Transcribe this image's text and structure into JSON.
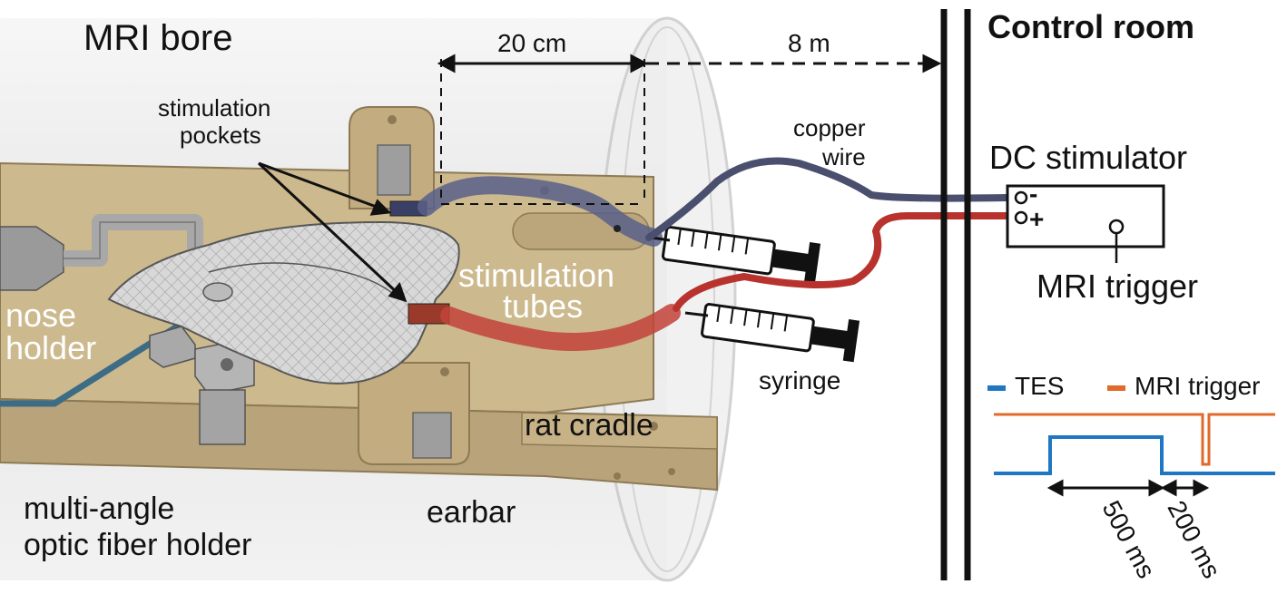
{
  "labels": {
    "mri_bore": "MRI bore",
    "control_room": "Control room",
    "dim_20cm": "20 cm",
    "dim_8m": "8 m",
    "stim_pockets_line1": "stimulation",
    "stim_pockets_line2": "pockets",
    "copper_wire_line1": "copper",
    "copper_wire_line2": "wire",
    "dc_stimulator": "DC stimulator",
    "minus": "-",
    "plus": "+",
    "mri_trigger": "MRI trigger",
    "stim_tubes_line1": "stimulation",
    "stim_tubes_line2": "tubes",
    "nose_holder_line1": "nose",
    "nose_holder_line2": "holder",
    "syringe": "syringe",
    "rat_cradle": "rat cradle",
    "earbar": "earbar",
    "fiber_holder_line1": "multi-angle",
    "fiber_holder_line2": "optic fiber holder"
  },
  "timing": {
    "legend_tes": "TES",
    "legend_trigger": "MRI trigger",
    "dur_500": "500 ms",
    "dur_200": "200 ms"
  },
  "colors": {
    "tes": "#1f77c4",
    "trigger": "#e06a2a",
    "wire_negative": "#4a4f6e",
    "wire_positive": "#b8332d",
    "cradle": "#c9b48a",
    "cradle_dark": "#a8936a",
    "bore": "#e3e3e3"
  }
}
